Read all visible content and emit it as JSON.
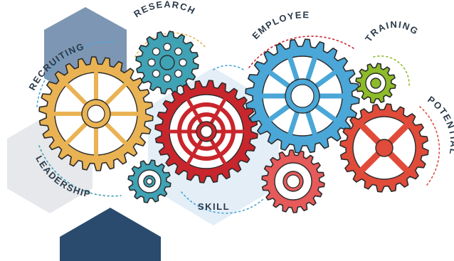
{
  "labels": {
    "recruiting": "RECRUITING",
    "research": "RESEARCH",
    "employee": "EMPLOYEE",
    "training": "TRAINING",
    "potential": "POTENTIAL",
    "leadership": "LEADERSHIP",
    "skill": "SKILL"
  },
  "colors": {
    "hex_steel": "#7d96b3",
    "hex_navy": "#2a4b6e",
    "hex_grey": "#e6e8eb",
    "hex_lightblue": "#e3eef7",
    "gear_yellow": "#e9b353",
    "gear_red": "#c8262c",
    "gear_teal": "#3fa2b5",
    "gear_blue": "#4aa7d8",
    "gear_green": "#8dbb2a",
    "gear_coral": "#e04b3a",
    "gear_pink": "#e65a5a",
    "outline": "#2b2b2b"
  }
}
